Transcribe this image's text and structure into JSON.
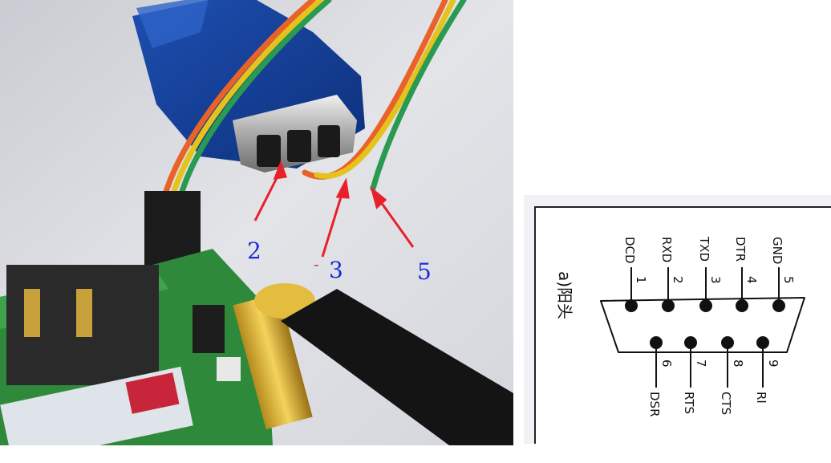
{
  "photo": {
    "labels": [
      "2",
      "3",
      "5"
    ],
    "minus_mark": "-"
  },
  "diagram": {
    "side_label": "a)阳头",
    "top_pins": [
      {
        "signal": "DCD",
        "number": "1"
      },
      {
        "signal": "RXD",
        "number": "2"
      },
      {
        "signal": "TXD",
        "number": "3"
      },
      {
        "signal": "DTR",
        "number": "4"
      },
      {
        "signal": "GND",
        "number": "5"
      }
    ],
    "bottom_pins": [
      {
        "signal": "DSR",
        "number": "6"
      },
      {
        "signal": "RTS",
        "number": "7"
      },
      {
        "signal": "CTS",
        "number": "8"
      },
      {
        "signal": "RI",
        "number": "9"
      }
    ]
  },
  "colors": {
    "label_blue": "#1a2bd6",
    "arrow_red": "#e8202a"
  }
}
